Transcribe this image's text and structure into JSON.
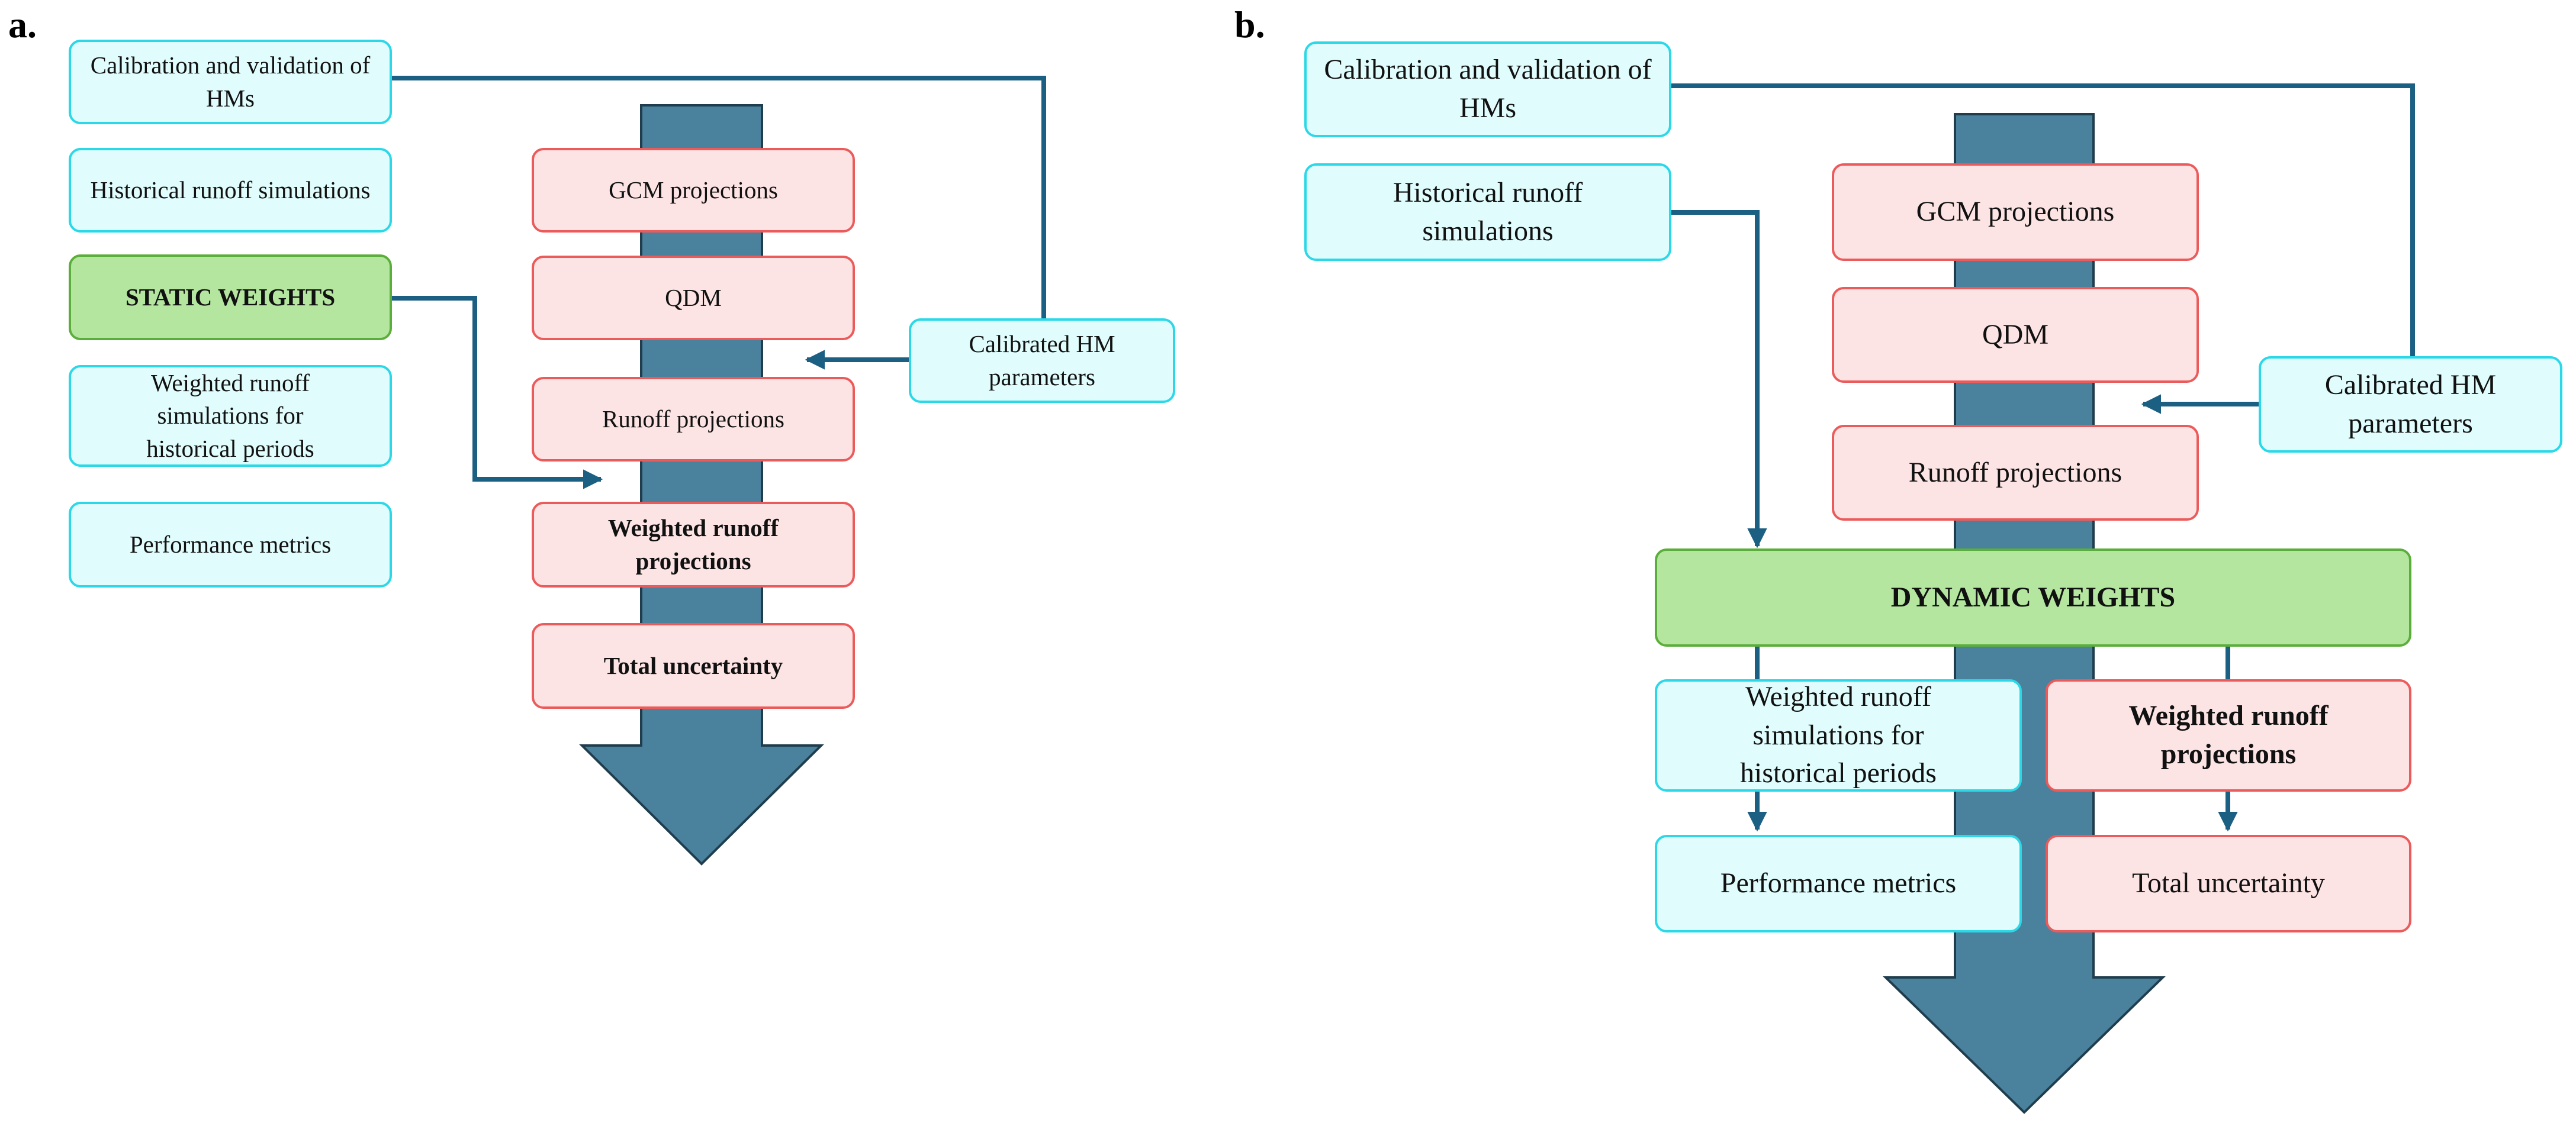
{
  "colors": {
    "flow_arrow": "#4a819c",
    "flow_arrow_outline": "#1f3d4d",
    "connector": "#1b5f82",
    "cyan_fill": "#e0fcfc",
    "cyan_border": "#2ad8e8",
    "pink_fill": "#fde4e4",
    "pink_border": "#ec5b5b",
    "green_fill": "#b4e6a0",
    "green_border": "#5cae3c"
  },
  "panel_a": {
    "label": "a.",
    "calibration": "Calibration and validation of HMs",
    "historical": "Historical runoff simulations",
    "static_weights": "STATIC WEIGHTS",
    "weighted_hist": "Weighted runoff simulations for historical periods",
    "performance": "Performance metrics",
    "gcm": "GCM projections",
    "qdm": "QDM",
    "runoff": "Runoff projections",
    "weighted_proj": "Weighted runoff projections",
    "total_uncertainty": "Total uncertainty",
    "calibrated": "Calibrated HM parameters"
  },
  "panel_b": {
    "label": "b.",
    "calibration": "Calibration and validation of HMs",
    "historical": "Historical runoff simulations",
    "gcm": "GCM projections",
    "qdm": "QDM",
    "runoff": "Runoff projections",
    "calibrated": "Calibrated HM parameters",
    "dynamic_weights": "DYNAMIC WEIGHTS",
    "weighted_hist": "Weighted runoff simulations for historical periods",
    "weighted_proj": "Weighted runoff projections",
    "performance": "Performance metrics",
    "total_uncertainty": "Total uncertainty"
  }
}
